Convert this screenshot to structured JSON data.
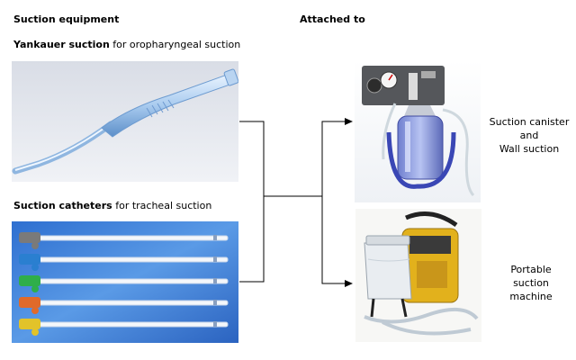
{
  "headers": {
    "left": "Suction equipment",
    "right": "Attached to"
  },
  "yankauer": {
    "name": "Yankauer suction",
    "desc": " for oropharyngeal suction",
    "image_icon": "yankauer-suction-tip-icon"
  },
  "catheters": {
    "name": "Suction catheters",
    "desc": " for tracheal suction",
    "image_icon": "suction-catheter-icon",
    "connector_colors": [
      "#7a7a7a",
      "#2a7fd0",
      "#2fae4a",
      "#e06a2a",
      "#e2c32a"
    ]
  },
  "wall": {
    "lines": [
      "Suction canister",
      "and",
      "Wall suction"
    ],
    "image_icon": "wall-suction-canister-icon"
  },
  "portable": {
    "lines": [
      "Portable",
      "suction",
      "machine"
    ],
    "image_icon": "portable-suction-machine-icon"
  },
  "colors": {
    "connector_line": "#000000",
    "catheter_panel": "#3b7bd6"
  }
}
